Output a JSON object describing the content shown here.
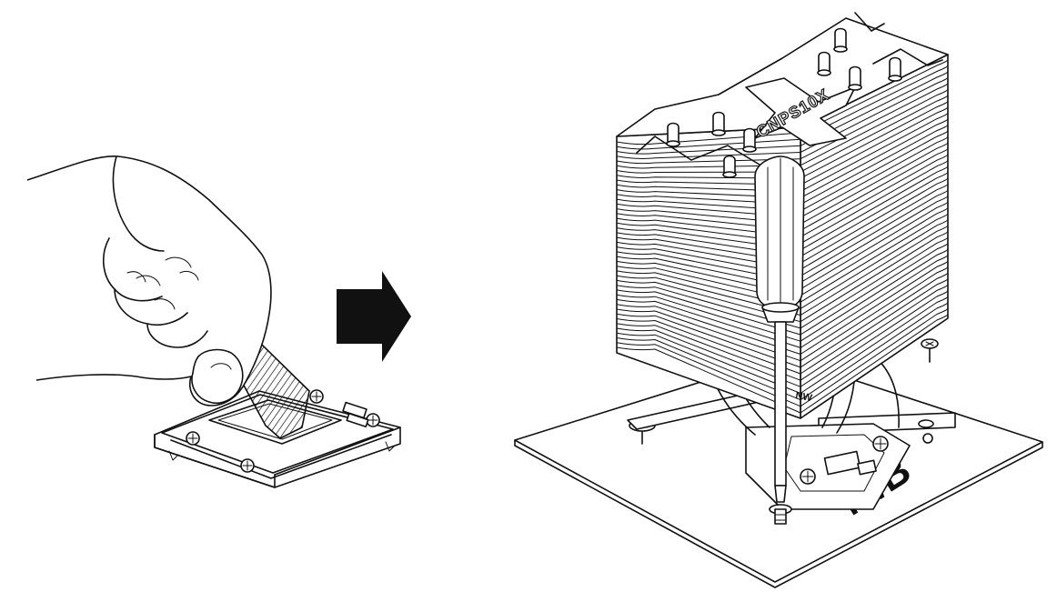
{
  "labels": {
    "motherboard": "M/B",
    "brand": "CNPS10X",
    "fin_mark": "NW"
  },
  "colors": {
    "line": "#111111",
    "background": "#ffffff",
    "arrow": "#111111"
  },
  "icons": [
    "hand-icon",
    "arrow-right-icon",
    "screwdriver-icon"
  ]
}
